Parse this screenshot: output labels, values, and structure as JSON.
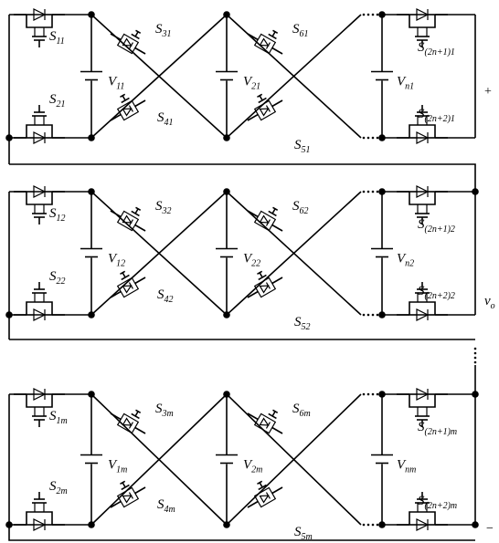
{
  "rows": [
    {
      "switches": [
        {
          "letter": "S",
          "sub": "11"
        },
        {
          "letter": "S",
          "sub": "21"
        },
        {
          "letter": "S",
          "sub": "31"
        },
        {
          "letter": "S",
          "sub": "41"
        },
        {
          "letter": "S",
          "sub": "61"
        },
        {
          "letter": "S",
          "sub": "51"
        },
        {
          "letter": "S",
          "sub": "(2n+1)1"
        },
        {
          "letter": "S",
          "sub": "(2n+2)1"
        }
      ],
      "sources": [
        {
          "letter": "V",
          "sub": "11"
        },
        {
          "letter": "V",
          "sub": "21"
        },
        {
          "letter": "V",
          "sub": "n1"
        }
      ]
    },
    {
      "switches": [
        {
          "letter": "S",
          "sub": "12"
        },
        {
          "letter": "S",
          "sub": "22"
        },
        {
          "letter": "S",
          "sub": "32"
        },
        {
          "letter": "S",
          "sub": "42"
        },
        {
          "letter": "S",
          "sub": "62"
        },
        {
          "letter": "S",
          "sub": "52"
        },
        {
          "letter": "S",
          "sub": "(2n+1)2"
        },
        {
          "letter": "S",
          "sub": "(2n+2)2"
        }
      ],
      "sources": [
        {
          "letter": "V",
          "sub": "12"
        },
        {
          "letter": "V",
          "sub": "22"
        },
        {
          "letter": "V",
          "sub": "n2"
        }
      ]
    },
    {
      "switches": [
        {
          "letter": "S",
          "sub": "1m"
        },
        {
          "letter": "S",
          "sub": "2m"
        },
        {
          "letter": "S",
          "sub": "3m"
        },
        {
          "letter": "S",
          "sub": "4m"
        },
        {
          "letter": "S",
          "sub": "6m"
        },
        {
          "letter": "S",
          "sub": "5m"
        },
        {
          "letter": "S",
          "sub": "(2n+1)m"
        },
        {
          "letter": "S",
          "sub": "(2n+2)m"
        }
      ],
      "sources": [
        {
          "letter": "V",
          "sub": "1m"
        },
        {
          "letter": "V",
          "sub": "2m"
        },
        {
          "letter": "V",
          "sub": "nm"
        }
      ]
    }
  ],
  "output": {
    "letter": "v",
    "sub": "o",
    "plus": "+",
    "minus": "−"
  }
}
